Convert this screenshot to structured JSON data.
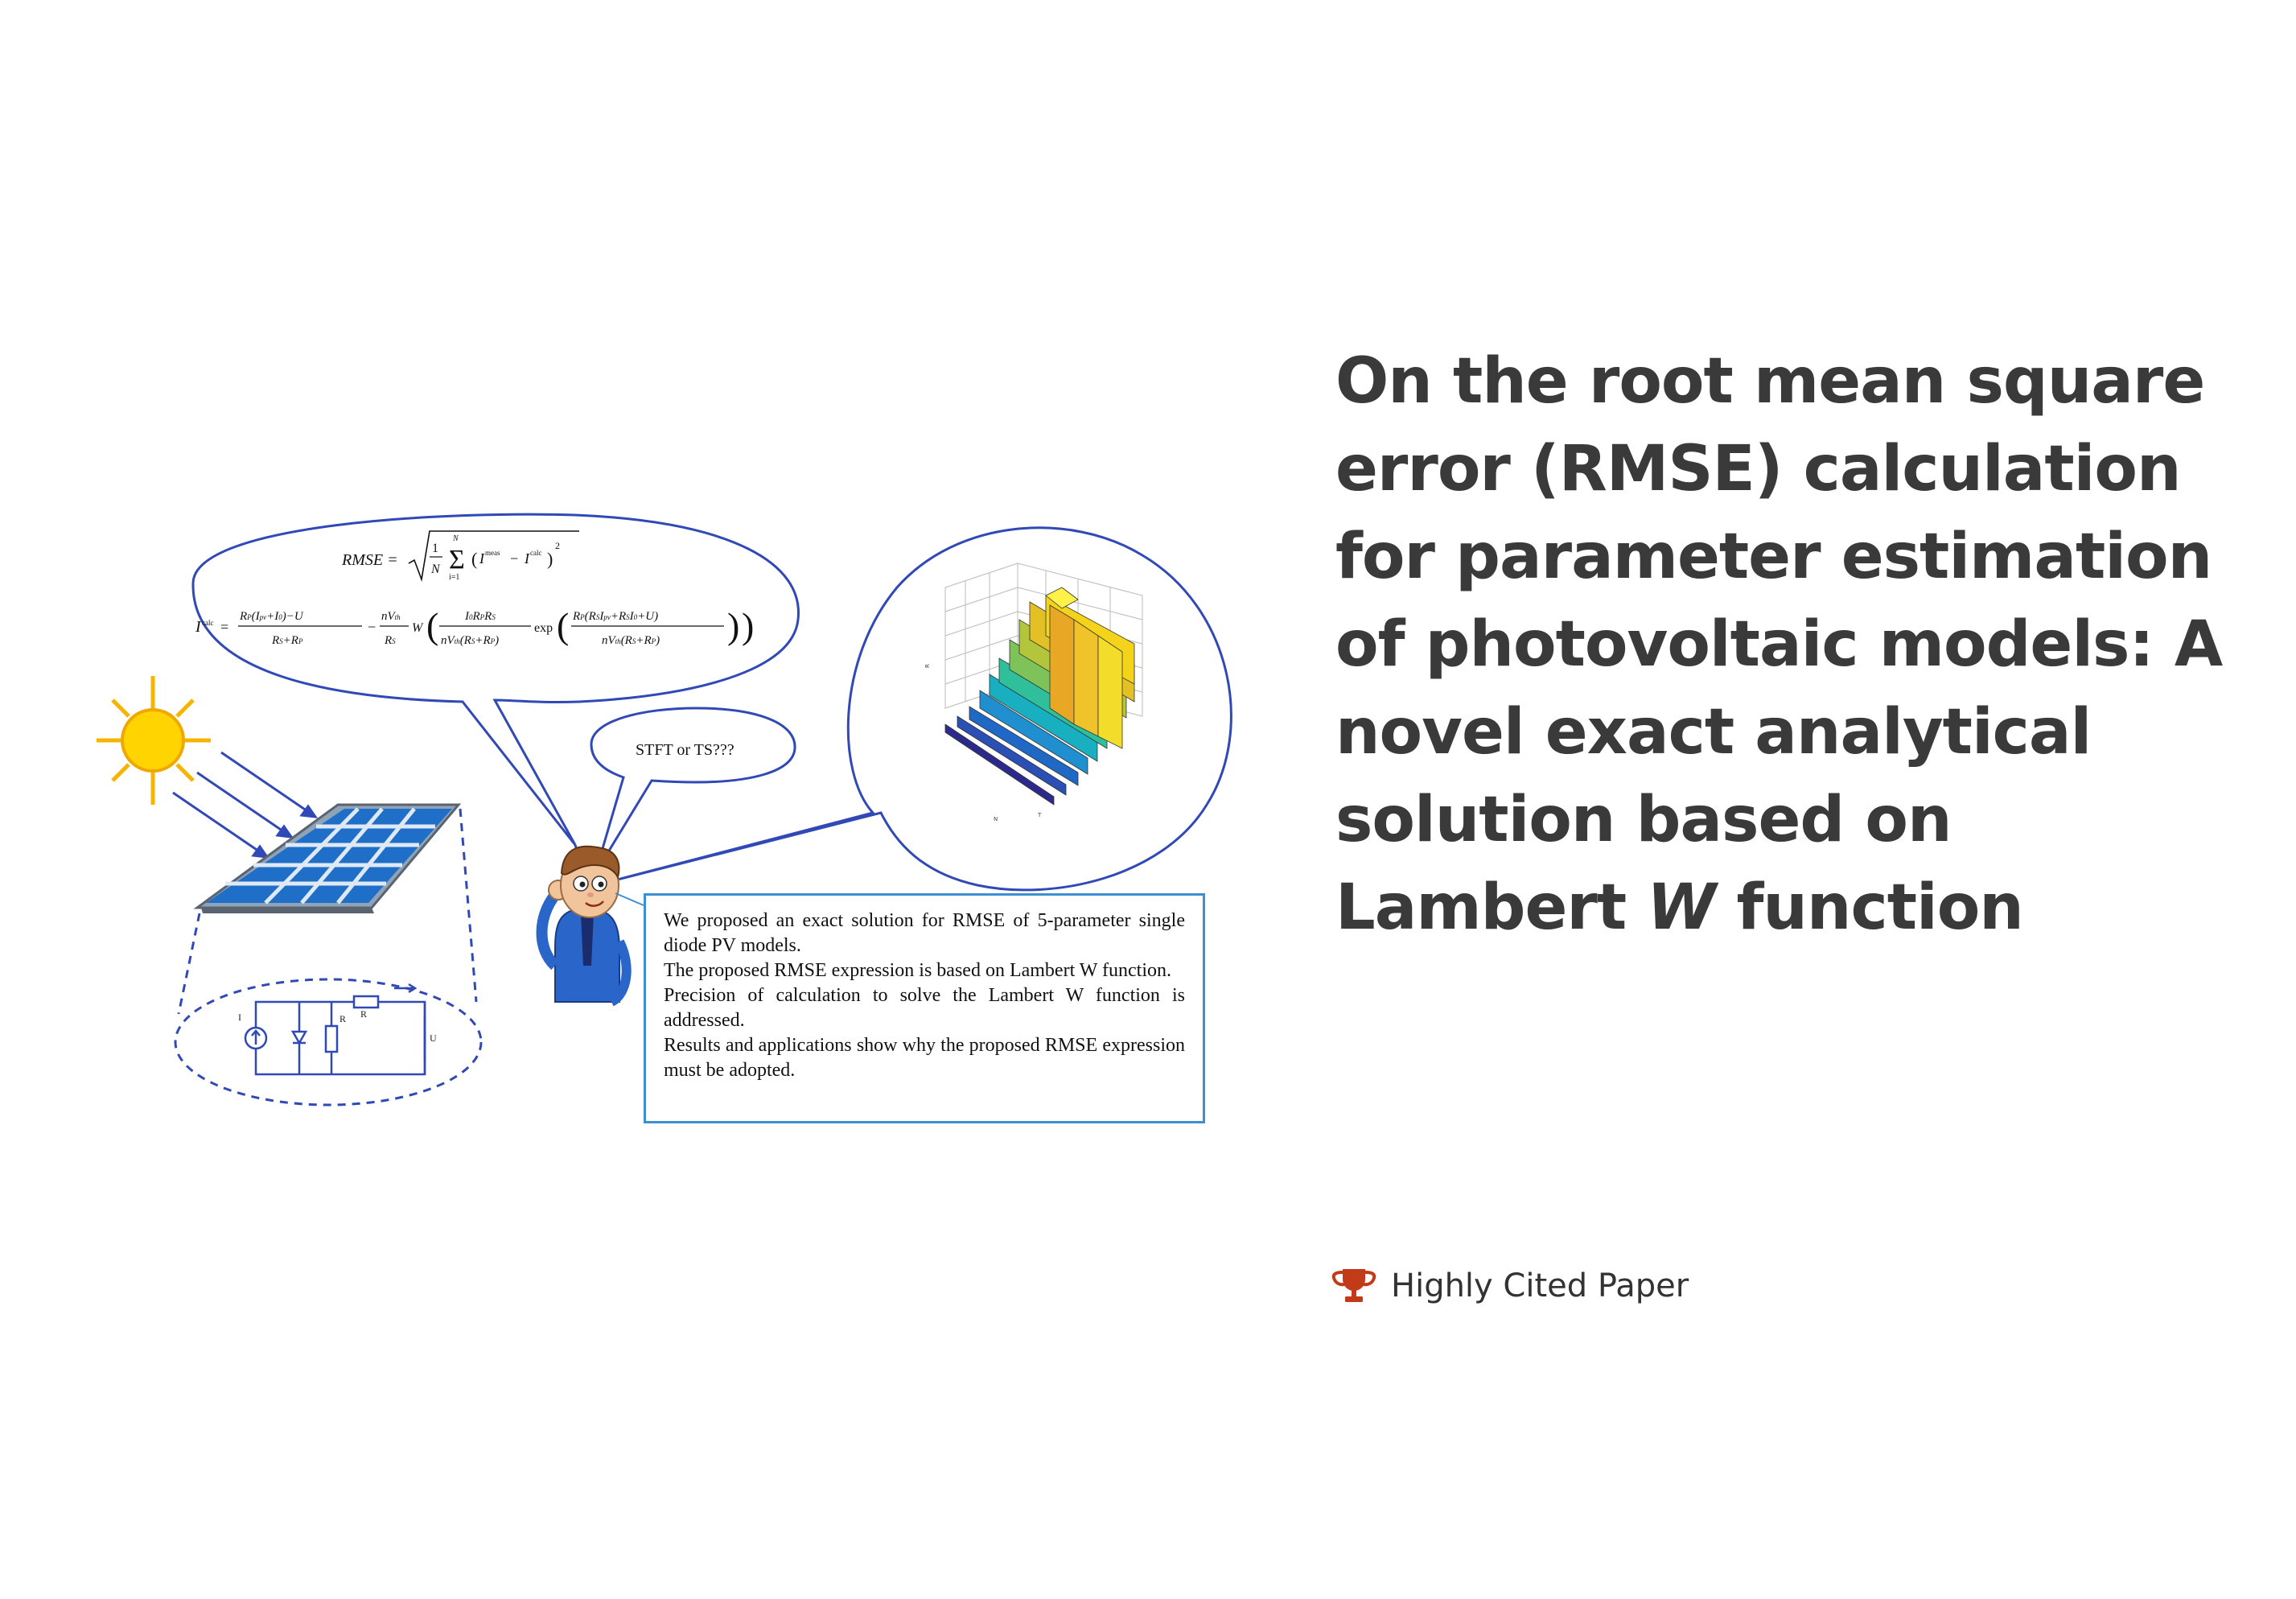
{
  "title": {
    "part1": "On the root mean square error (RMSE) calculation for parameter estimation of photovoltaic models: A novel exact analytical solution based on Lambert ",
    "italic": "W",
    "part2": " function"
  },
  "badge": {
    "label": "Highly Cited Paper",
    "icon": "trophy-icon",
    "color": "#c23a17"
  },
  "abstract": {
    "speech_bubble_small": "STFT or TS???",
    "highlights": [
      "We proposed an exact solution for RMSE of 5-parameter single diode PV models.",
      "The proposed RMSE expression is based on Lambert W function.",
      "Precision of calculation to solve the Lambert W function is addressed.",
      "Results and applications show why the proposed RMSE expression must be adopted."
    ],
    "formula": {
      "rmse_lhs": "RMSE =",
      "i_lhs": "I",
      "i_sup": "calc",
      "sum_top": "N",
      "sum_bottom": "i=1",
      "one": "1",
      "n": "N",
      "meas": "meas",
      "calc": "calc",
      "exp": "exp"
    }
  },
  "colors": {
    "line_blue": "#2f44a8",
    "panel_blue": "#1f6fc8",
    "sun": "#f7c600",
    "text": "#3a3a3a"
  }
}
